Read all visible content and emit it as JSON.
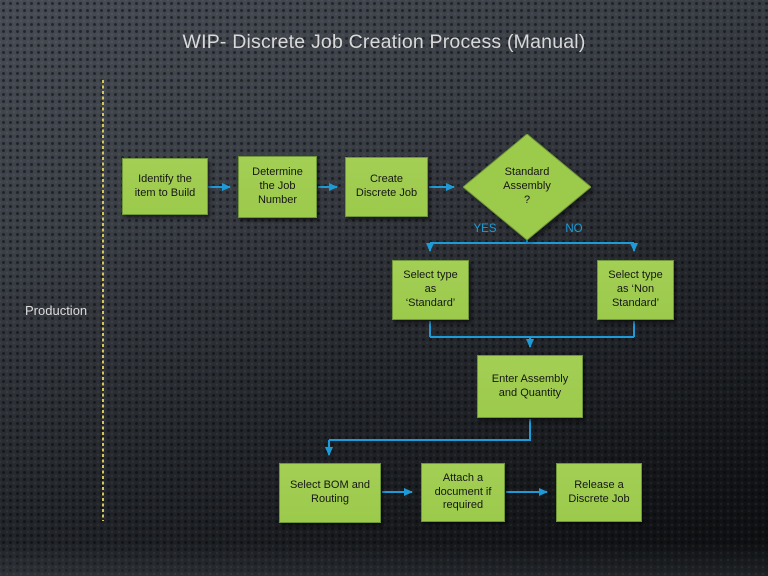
{
  "title": "WIP- Discrete Job Creation Process (Manual)",
  "lane": {
    "label": "Production"
  },
  "nodes": {
    "identify": "Identify the\nitem to Build",
    "determine": "Determine\nthe Job\nNumber",
    "create": "Create\nDiscrete Job",
    "decision": "Standard\nAssembly\n?",
    "select_standard": "Select type\nas\n‘Standard’",
    "select_non_standard": "Select type\nas ‘Non\nStandard’",
    "enter_assembly": "Enter Assembly\nand Quantity",
    "select_bom": "Select BOM and\nRouting",
    "attach_doc": "Attach a\ndocument if\nrequired",
    "release_job": "Release a\nDiscrete Job"
  },
  "branch_labels": {
    "yes": "YES",
    "no": "NO"
  },
  "colors": {
    "node_fill": "#9cca4b",
    "node_border": "#6f9638",
    "connector": "#1e9bd7",
    "lane_line": "#d2c55c",
    "title_text": "#d9d9d9"
  }
}
